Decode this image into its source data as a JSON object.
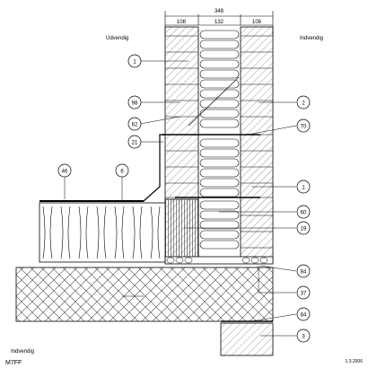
{
  "dimensions": {
    "total": "348",
    "left": "108",
    "middle": "132",
    "right": "108"
  },
  "zones": {
    "outside": "Udvendig",
    "inside_top": "Indvendig",
    "inside_bottom": "Indvendig"
  },
  "callouts": [
    {
      "id": "c-1a",
      "label": "1"
    },
    {
      "id": "c-98",
      "label": "98"
    },
    {
      "id": "c-62",
      "label": "62"
    },
    {
      "id": "c-21",
      "label": "21"
    },
    {
      "id": "c-2",
      "label": "2"
    },
    {
      "id": "c-70",
      "label": "70"
    },
    {
      "id": "c-1b",
      "label": "1"
    },
    {
      "id": "c-60",
      "label": "60"
    },
    {
      "id": "c-19",
      "label": "19"
    },
    {
      "id": "c-46",
      "label": "46"
    },
    {
      "id": "c-6",
      "label": "6"
    },
    {
      "id": "c-84a",
      "label": "84"
    },
    {
      "id": "c-37",
      "label": "37"
    },
    {
      "id": "c-84b",
      "label": "84"
    },
    {
      "id": "c-3",
      "label": "3"
    }
  ],
  "footer": {
    "code": "M7FF",
    "date": "1.3.2006"
  },
  "colors": {
    "line": "#000000",
    "hatch": "#555555",
    "background": "#ffffff"
  }
}
